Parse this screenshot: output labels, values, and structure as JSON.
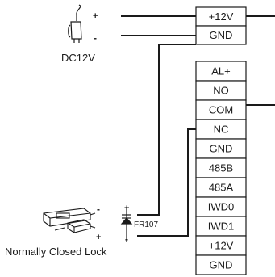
{
  "power_supply": {
    "label": "DC12V",
    "positive_mark": "+",
    "negative_mark": "-"
  },
  "terminal_block_top": {
    "terminals": [
      "+12V",
      "GND"
    ]
  },
  "terminal_block_main": {
    "terminals": [
      "AL+",
      "NO",
      "COM",
      "NC",
      "GND",
      "485B",
      "485A",
      "IWD0",
      "IWD1",
      "+12V",
      "GND"
    ]
  },
  "diode": {
    "label": "FR107",
    "positive_mark": "+",
    "negative_mark": "-"
  },
  "lock": {
    "label": "Normally Closed Lock",
    "positive_mark": "+",
    "negative_mark": "-"
  }
}
